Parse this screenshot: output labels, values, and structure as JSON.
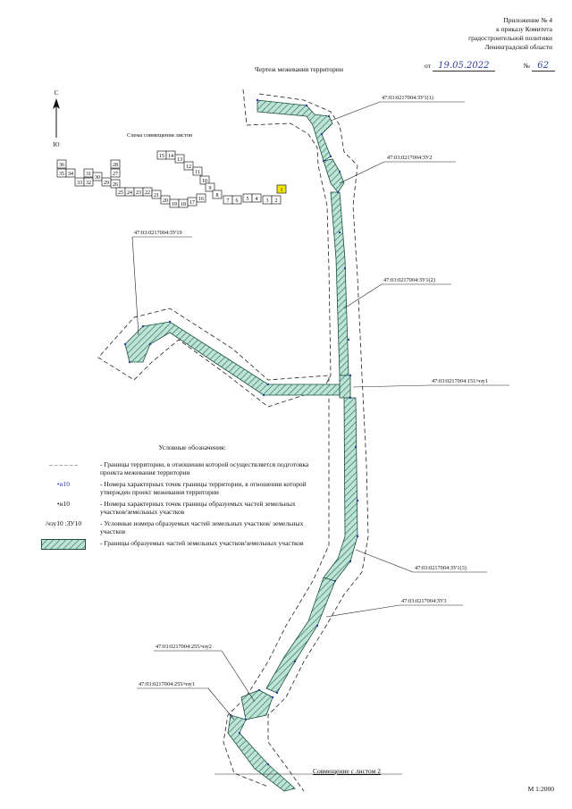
{
  "header": {
    "lines": [
      "Приложение № 4",
      "к приказу Комитета",
      "градостроительной политики",
      "Ленинградской области"
    ],
    "date_prefix": "от",
    "date_value": "19.05.2022",
    "number_prefix": "№",
    "number_value": "62"
  },
  "title": "Чертеж межевания территории",
  "compass": {
    "north": "С",
    "south": "Ю"
  },
  "scheme": {
    "title": "Схема совмещения листов",
    "cells": [
      "36",
      "35",
      "34",
      "33",
      "32",
      "31",
      "30",
      "29",
      "28",
      "27",
      "26",
      "25",
      "24",
      "23",
      "22",
      "21",
      "20",
      "19",
      "18",
      "17",
      "16",
      "15",
      "14",
      "13",
      "12",
      "11",
      "10",
      "9",
      "8",
      "7",
      "6",
      "5",
      "4",
      "3",
      "2",
      "1"
    ],
    "highlighted": "1",
    "highlight_color": "#f5e400"
  },
  "parcel_labels": [
    "47:03:0217004:ЗУ1(1)",
    "47:03:0217004:ЗУ2",
    "47:03:0217004:ЗУ19",
    "47:03:0217004:ЗУ1(2)",
    "47:03:0217004:151/чзу1",
    "47:03:0217004:ЗУ1(3)",
    "47:03:0217004:ЗУ3",
    "47:03:0217004:255/чзу2",
    "47:03:0217004:255/чзу1"
  ],
  "legend": {
    "title": "Условные обозначения:",
    "items": [
      {
        "symbol": "– – – – – –",
        "text": "- Границы территории, в отношении которой осуществляется подготовка проекта межевания территории"
      },
      {
        "symbol": "•н10",
        "text": "- Номера характерных точек границы территории, в отношении которой утвержден проект межевания территории"
      },
      {
        "symbol": "•н10",
        "text": "- Номера характерных точек границы образуемых частей земельных участков/земельных участков"
      },
      {
        "symbol": "/чзу10 :ЗУ10",
        "text": "- Условные номера образуемых частей земельных участков/ земельных участков"
      },
      {
        "symbol": "",
        "text": "- Границы образуемых частей земельных участков/земельных участков"
      }
    ]
  },
  "sheet_combine": "Совмещение с листом 2",
  "scale": "М 1:2000",
  "colors": {
    "parcel_fill": "#bfe3d6",
    "parcel_hatch": "#2e7a66",
    "ink_blue": "#2c3f9e"
  }
}
